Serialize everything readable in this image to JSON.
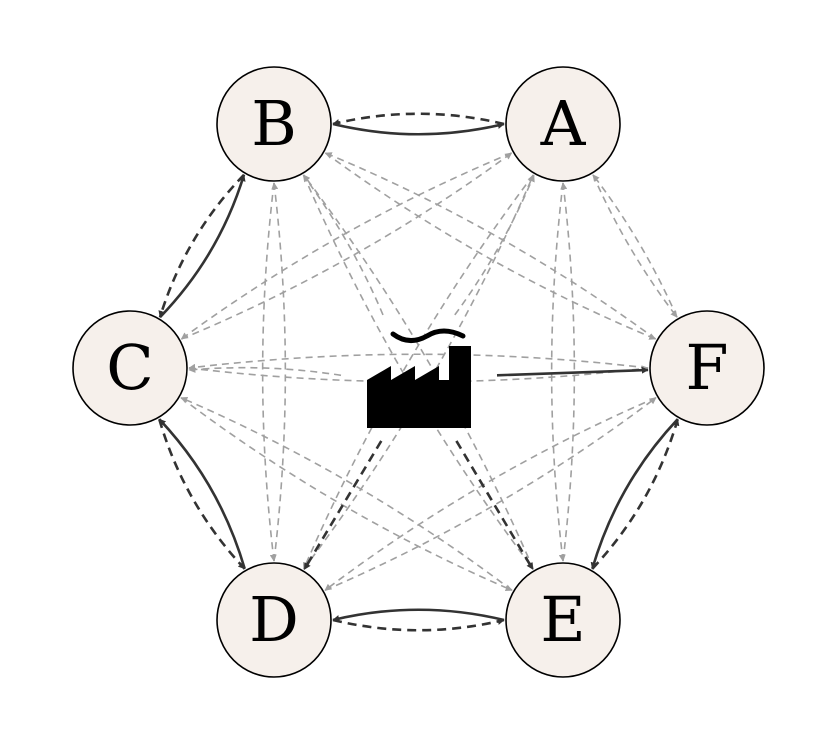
{
  "colors": {
    "node_fill": "#F6F0EB",
    "node_stroke": "#000000",
    "edge_dark": "#333333",
    "edge_light": "#A0A0A0",
    "depot_icon": "#000000"
  },
  "depot": {
    "icon": "factory-icon"
  },
  "nodes": [
    {
      "id": "A",
      "label": "A"
    },
    {
      "id": "B",
      "label": "B"
    },
    {
      "id": "C",
      "label": "C"
    },
    {
      "id": "D",
      "label": "D"
    },
    {
      "id": "E",
      "label": "E"
    },
    {
      "id": "F",
      "label": "F"
    }
  ],
  "edges": {
    "solid_dark": [
      [
        "B",
        "A"
      ],
      [
        "C",
        "B"
      ],
      [
        "D",
        "C"
      ],
      [
        "E",
        "D"
      ],
      [
        "F",
        "E"
      ],
      [
        "depot",
        "F"
      ]
    ],
    "dashed_dark": [
      [
        "A",
        "B"
      ],
      [
        "B",
        "C"
      ],
      [
        "C",
        "D"
      ],
      [
        "D",
        "E"
      ],
      [
        "E",
        "F"
      ],
      [
        "depot",
        "D"
      ],
      [
        "depot",
        "E"
      ]
    ],
    "dashed_light": [
      [
        "A",
        "C"
      ],
      [
        "A",
        "D"
      ],
      [
        "A",
        "E"
      ],
      [
        "A",
        "F"
      ],
      [
        "B",
        "D"
      ],
      [
        "B",
        "E"
      ],
      [
        "B",
        "F"
      ],
      [
        "C",
        "A"
      ],
      [
        "C",
        "E"
      ],
      [
        "C",
        "F"
      ],
      [
        "D",
        "A"
      ],
      [
        "D",
        "B"
      ],
      [
        "D",
        "F"
      ],
      [
        "E",
        "A"
      ],
      [
        "E",
        "B"
      ],
      [
        "E",
        "C"
      ],
      [
        "F",
        "A"
      ],
      [
        "F",
        "B"
      ],
      [
        "F",
        "C"
      ],
      [
        "F",
        "D"
      ],
      [
        "depot",
        "A"
      ],
      [
        "depot",
        "B"
      ],
      [
        "depot",
        "C"
      ]
    ]
  }
}
